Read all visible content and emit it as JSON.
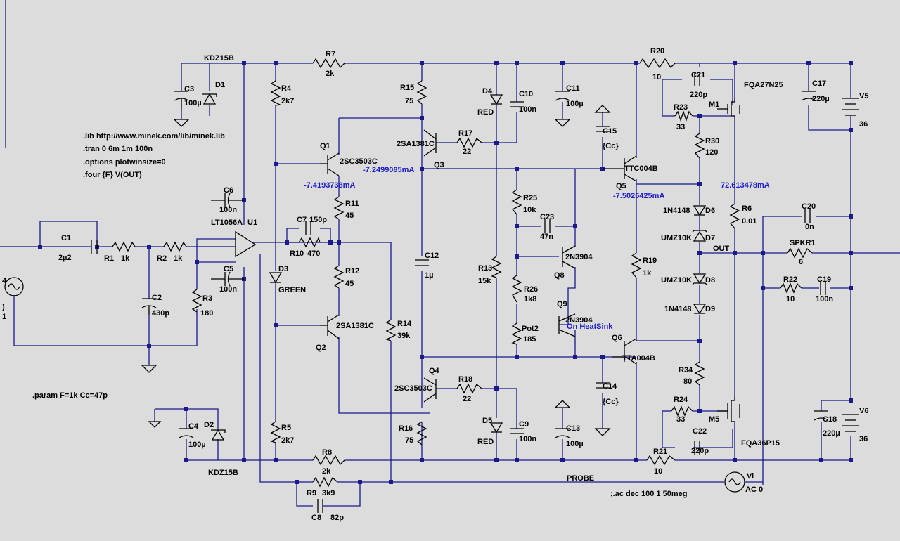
{
  "colors": {
    "background": "#dcdcdc",
    "wire": "#1a1a8c",
    "part": "#000000",
    "probe_text": "#1a1acc"
  },
  "directives": {
    "lib": ".lib http://www.minek.com/lib/minek.lib",
    "tran": ".tran 0 6m 1m 100n",
    "options": ".options plotwinsize=0",
    "four": ".four {F} V(OUT)",
    "param": ".param F=1k Cc=47p",
    "ac": ";.ac dec 100 1 50meg"
  },
  "probes": {
    "q1_current": "-7.4193738mA",
    "q3_current": "-7.2499085mA",
    "q5_current": "-7.5026425mA",
    "m1_current": "72.613478mA",
    "heatsink": "On HeatSink"
  },
  "nets": {
    "out": "OUT",
    "probe": "PROBE"
  },
  "parts": {
    "src_in": {
      "name": "4",
      "v1": ")",
      "v2": "1"
    },
    "c1": {
      "name": "C1",
      "value": "2µ2"
    },
    "r1": {
      "name": "R1",
      "value": "1k"
    },
    "r2": {
      "name": "R2",
      "value": "1k"
    },
    "c2": {
      "name": "C2",
      "value": "430p"
    },
    "r3": {
      "name": "R3",
      "value": "180"
    },
    "u1": {
      "name": "U1",
      "model": "LT1056A"
    },
    "c3": {
      "name": "C3",
      "value": "100µ"
    },
    "d1": {
      "name": "D1",
      "model": "KDZ15B"
    },
    "c6": {
      "name": "C6",
      "value": "100n"
    },
    "c5": {
      "name": "C5",
      "value": "100n"
    },
    "c4": {
      "name": "C4",
      "value": "100µ"
    },
    "d2": {
      "name": "D2",
      "model": "KDZ15B"
    },
    "r7": {
      "name": "R7",
      "value": "2k"
    },
    "r8": {
      "name": "R8",
      "value": "2k"
    },
    "r9": {
      "name": "R9",
      "value": "3k9"
    },
    "c8": {
      "name": "C8",
      "value": "82p"
    },
    "r4": {
      "name": "R4",
      "value": "2k7"
    },
    "r5": {
      "name": "R5",
      "value": "2k7"
    },
    "d3": {
      "name": "D3",
      "model": "GREEN"
    },
    "q1": {
      "name": "Q1",
      "model": "2SC3503C"
    },
    "q2": {
      "name": "Q2",
      "model": "2SA1381C"
    },
    "c7": {
      "name": "C7",
      "value": "150p"
    },
    "r10": {
      "name": "R10",
      "value": "470"
    },
    "r11": {
      "name": "R11",
      "value": "45"
    },
    "r12": {
      "name": "R12",
      "value": "45"
    },
    "r14": {
      "name": "R14",
      "value": "39k"
    },
    "r15": {
      "name": "R15",
      "value": "75"
    },
    "r16": {
      "name": "R16",
      "value": "75"
    },
    "q3": {
      "name": "Q3",
      "model": "2SA1381C"
    },
    "q4": {
      "name": "Q4",
      "model": "2SC3503C"
    },
    "r17": {
      "name": "R17",
      "value": "22"
    },
    "r18": {
      "name": "R18",
      "value": "22"
    },
    "c12": {
      "name": "C12",
      "value": "1µ"
    },
    "d4": {
      "name": "D4",
      "model": "RED"
    },
    "d5": {
      "name": "D5",
      "model": "RED"
    },
    "c10": {
      "name": "C10",
      "value": "100n"
    },
    "c9": {
      "name": "C9",
      "value": "100n"
    },
    "c11": {
      "name": "C11",
      "value": "100µ"
    },
    "c13": {
      "name": "C13",
      "value": "100µ"
    },
    "r13": {
      "name": "R13",
      "value": "15k"
    },
    "r25": {
      "name": "R25",
      "value": "10k"
    },
    "c23": {
      "name": "C23",
      "value": "47n"
    },
    "r26": {
      "name": "R26",
      "value": "1k8"
    },
    "pot2": {
      "name": "Pot2",
      "value": "185"
    },
    "q8": {
      "name": "Q8",
      "model": "2N3904"
    },
    "q9": {
      "name": "Q9",
      "model": "2N3904"
    },
    "c15": {
      "name": "C15",
      "value": "{Cc}"
    },
    "c14": {
      "name": "C14",
      "value": "{Cc}"
    },
    "q5": {
      "name": "Q5",
      "model": "TTC004B"
    },
    "q6": {
      "name": "Q6",
      "model": "TTA004B"
    },
    "r19": {
      "name": "R19",
      "value": "1k"
    },
    "r20": {
      "name": "R20",
      "value": "10"
    },
    "r21": {
      "name": "R21",
      "value": "10"
    },
    "c21": {
      "name": "C21",
      "value": "220p"
    },
    "c22": {
      "name": "C22",
      "value": "220p"
    },
    "r23": {
      "name": "R23",
      "value": "33"
    },
    "r24": {
      "name": "R24",
      "value": "33"
    },
    "m1": {
      "name": "M1",
      "model": "FQA27N25"
    },
    "m5": {
      "name": "M5",
      "model": "FQA36P15"
    },
    "r30": {
      "name": "R30",
      "value": "120"
    },
    "r34": {
      "name": "R34",
      "value": "80"
    },
    "d6": {
      "name": "D6",
      "model": "1N4148"
    },
    "d7": {
      "name": "D7",
      "model": "UMZ10K"
    },
    "d8": {
      "name": "D8",
      "model": "UMZ10K"
    },
    "d9": {
      "name": "D9",
      "model": "1N4148"
    },
    "r6": {
      "name": "R6",
      "value": "0.01"
    },
    "c17": {
      "name": "C17",
      "value": "220µ"
    },
    "c18": {
      "name": "C18",
      "value": "220µ"
    },
    "v5": {
      "name": "V5",
      "value": "36"
    },
    "v6": {
      "name": "V6",
      "value": "36"
    },
    "c20": {
      "name": "C20",
      "value": "0n"
    },
    "spkr1": {
      "name": "SPKR1",
      "value": "6"
    },
    "r22": {
      "name": "R22",
      "value": "10"
    },
    "c19": {
      "name": "C19",
      "value": "100n"
    },
    "vi": {
      "name": "Vi",
      "value": "AC 0"
    }
  }
}
